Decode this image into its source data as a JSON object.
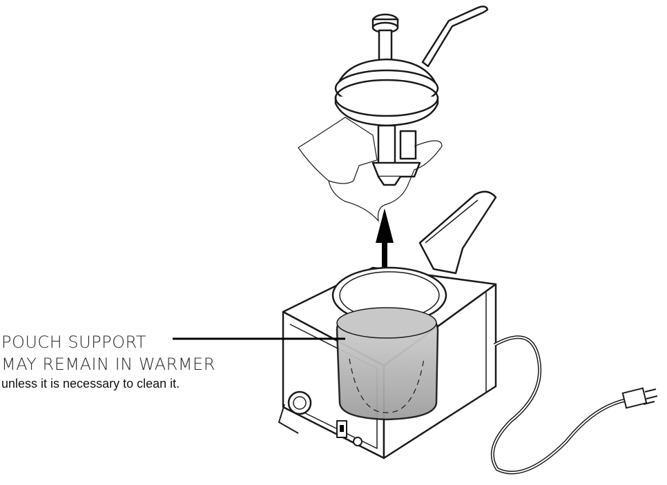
{
  "callout": {
    "line1": "POUCH SUPPORT",
    "line2": "MAY REMAIN IN WARMER",
    "note": "unless it is necessary to clean it."
  },
  "icons": [
    "pump-lid-icon",
    "pouch-bag-icon",
    "upward-arrow-icon",
    "warmer-unit-icon",
    "power-cord-icon",
    "plug-icon"
  ],
  "colors": {
    "stroke": "#1a1a1a",
    "pouch_support_fill": "#b8b8b8",
    "background": "#ffffff"
  }
}
